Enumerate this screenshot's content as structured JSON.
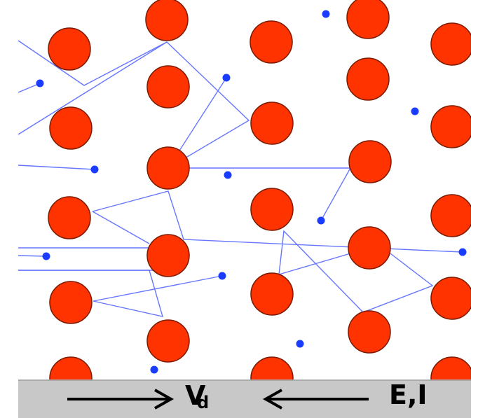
{
  "diagram": {
    "ion_color": "#ff3300",
    "ion_stroke": "#7a1a00",
    "electron_color": "#1a3cff",
    "path_color": "#6677ff",
    "footer_color": "#c8c8c8"
  },
  "labels": {
    "drift_velocity": "V",
    "drift_velocity_subscript": "d",
    "field_current": "E,I"
  }
}
